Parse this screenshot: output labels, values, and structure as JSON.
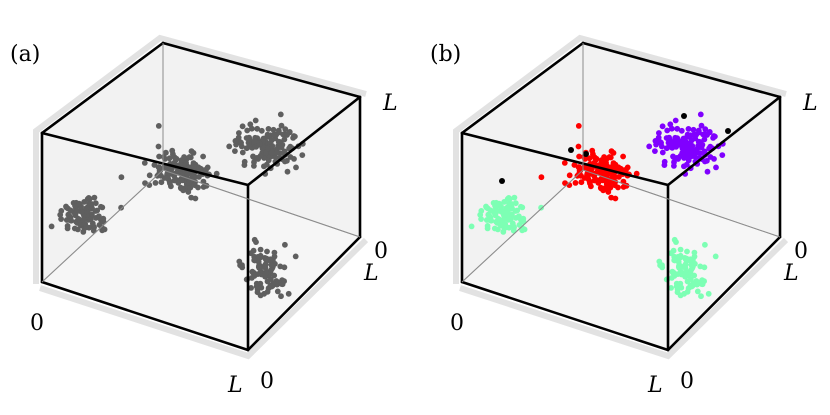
{
  "panels": [
    {
      "label": "(a)",
      "axis_labels": {
        "L_top": "L",
        "zero_right": "0",
        "L_right": "L",
        "zero_left": "0",
        "L_bottom": "L",
        "zero_bottom": "0"
      },
      "clusters": [
        {
          "name": "left-cluster",
          "color": "#5f5f5f"
        },
        {
          "name": "center-cluster",
          "color": "#5f5f5f"
        },
        {
          "name": "upper-right-cluster",
          "color": "#5f5f5f"
        },
        {
          "name": "lower-right-cluster",
          "color": "#5f5f5f"
        }
      ]
    },
    {
      "label": "(b)",
      "axis_labels": {
        "L_top": "L",
        "zero_right": "0",
        "L_right": "L",
        "zero_left": "0",
        "L_bottom": "L",
        "zero_bottom": "0"
      },
      "clusters": [
        {
          "name": "left-cluster",
          "color": "#7dffb4"
        },
        {
          "name": "center-cluster",
          "color": "#ff0000"
        },
        {
          "name": "upper-right-cluster",
          "color": "#8000ff"
        },
        {
          "name": "lower-right-cluster",
          "color": "#7dffb4"
        }
      ],
      "outlier_color": "#000000"
    }
  ],
  "colors": {
    "edge": "#000000",
    "pane_fill": "#f2f2f2",
    "pane_edge": "#bdbdbd"
  }
}
